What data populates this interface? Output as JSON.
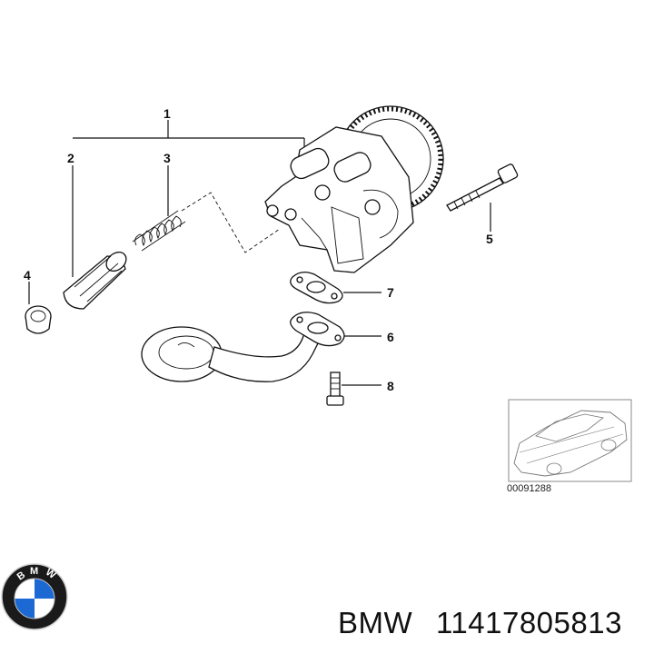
{
  "callouts": {
    "c1": "1",
    "c2": "2",
    "c3": "3",
    "c4": "4",
    "c5": "5",
    "c6": "6",
    "c7": "7",
    "c8": "8"
  },
  "thumbnail": {
    "code": "00091288"
  },
  "footer": {
    "brand": "BMW",
    "part_number": "11417805813",
    "logo_letters": [
      "B",
      "M",
      "W"
    ]
  },
  "colors": {
    "logo_blue": "#1c69d4",
    "logo_ring": "#1a1a1a",
    "line": "#111111"
  },
  "icons": {
    "logo": "bmw-roundel-icon",
    "car": "car-silhouette-icon"
  }
}
